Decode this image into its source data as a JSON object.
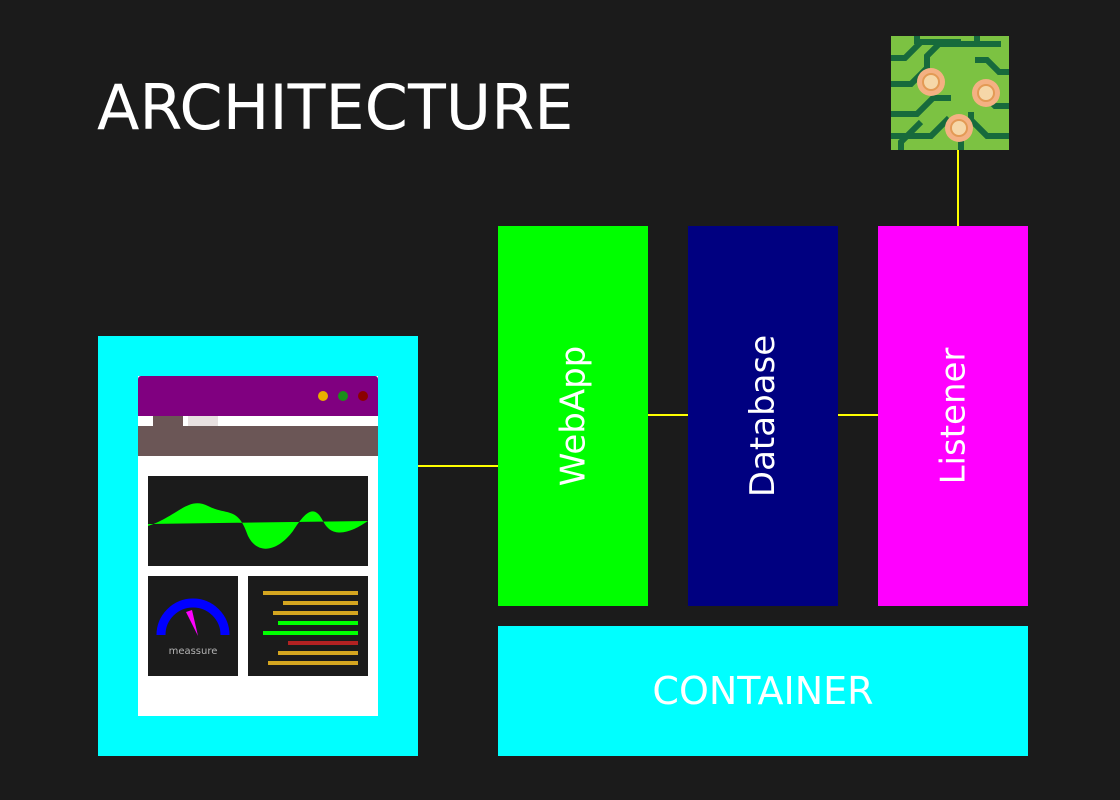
{
  "title": "ARCHITECTURE",
  "components": {
    "webapp": {
      "label": "WebApp",
      "color": "#00ff00"
    },
    "database": {
      "label": "Database",
      "color": "#000080"
    },
    "listener": {
      "label": "Listener",
      "color": "#ff00ff"
    },
    "container": {
      "label": "CONTAINER",
      "color": "#00ffff"
    }
  },
  "dashboard": {
    "frame_color": "#00ffff",
    "window_header_color": "#800080",
    "nav_color": "#6b5656",
    "window_dots": [
      "#e8b000",
      "#1a8f1a",
      "#8b0000"
    ],
    "gauge_label": "meassure"
  },
  "connector_color": "#ffff00",
  "icons": [
    "circuit-board-icon"
  ]
}
